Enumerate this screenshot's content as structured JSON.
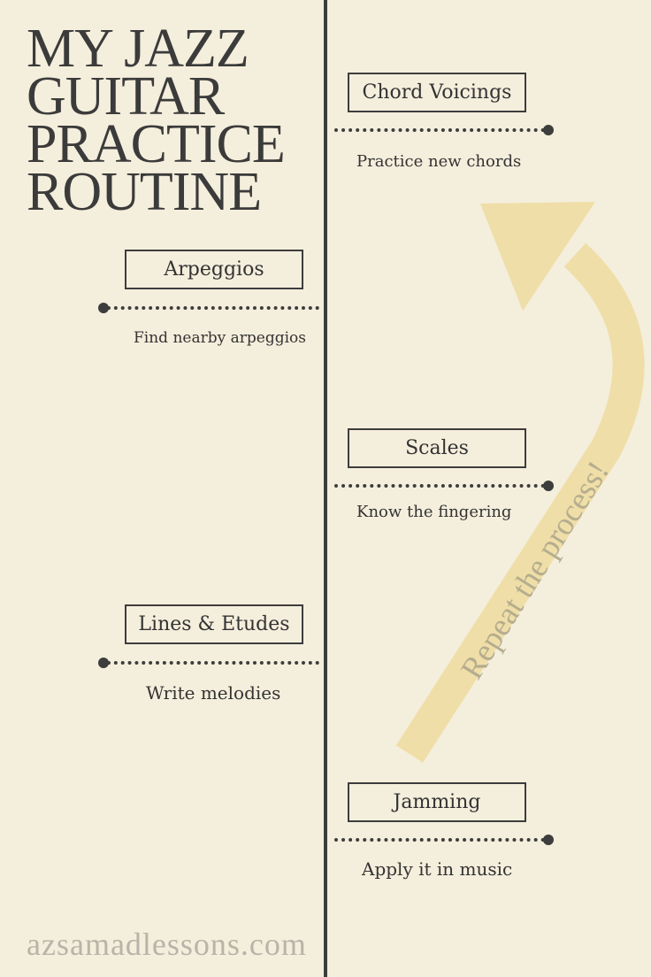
{
  "title": {
    "line1": "MY JAZZ",
    "line2": "GUITAR",
    "line3": "PRACTICE",
    "line4": "ROUTINE"
  },
  "steps": {
    "chord_voicings": {
      "label": "Chord Voicings",
      "desc": "Practice new chords"
    },
    "arpeggios": {
      "label": "Arpeggios",
      "desc": "Find nearby arpeggios"
    },
    "scales": {
      "label": "Scales",
      "desc": "Know the fingering"
    },
    "lines_etudes": {
      "label": "Lines & Etudes",
      "desc": "Write melodies"
    },
    "jamming": {
      "label": "Jamming",
      "desc": "Apply it in music"
    }
  },
  "arrow": {
    "text": "Repeat the process!",
    "color": "#efdea7"
  },
  "footer": {
    "website": "azsamadlessons.com"
  },
  "colors": {
    "background": "#f4eedc",
    "ink": "#3d3d3d",
    "footer_text": "#b8b4a8"
  }
}
